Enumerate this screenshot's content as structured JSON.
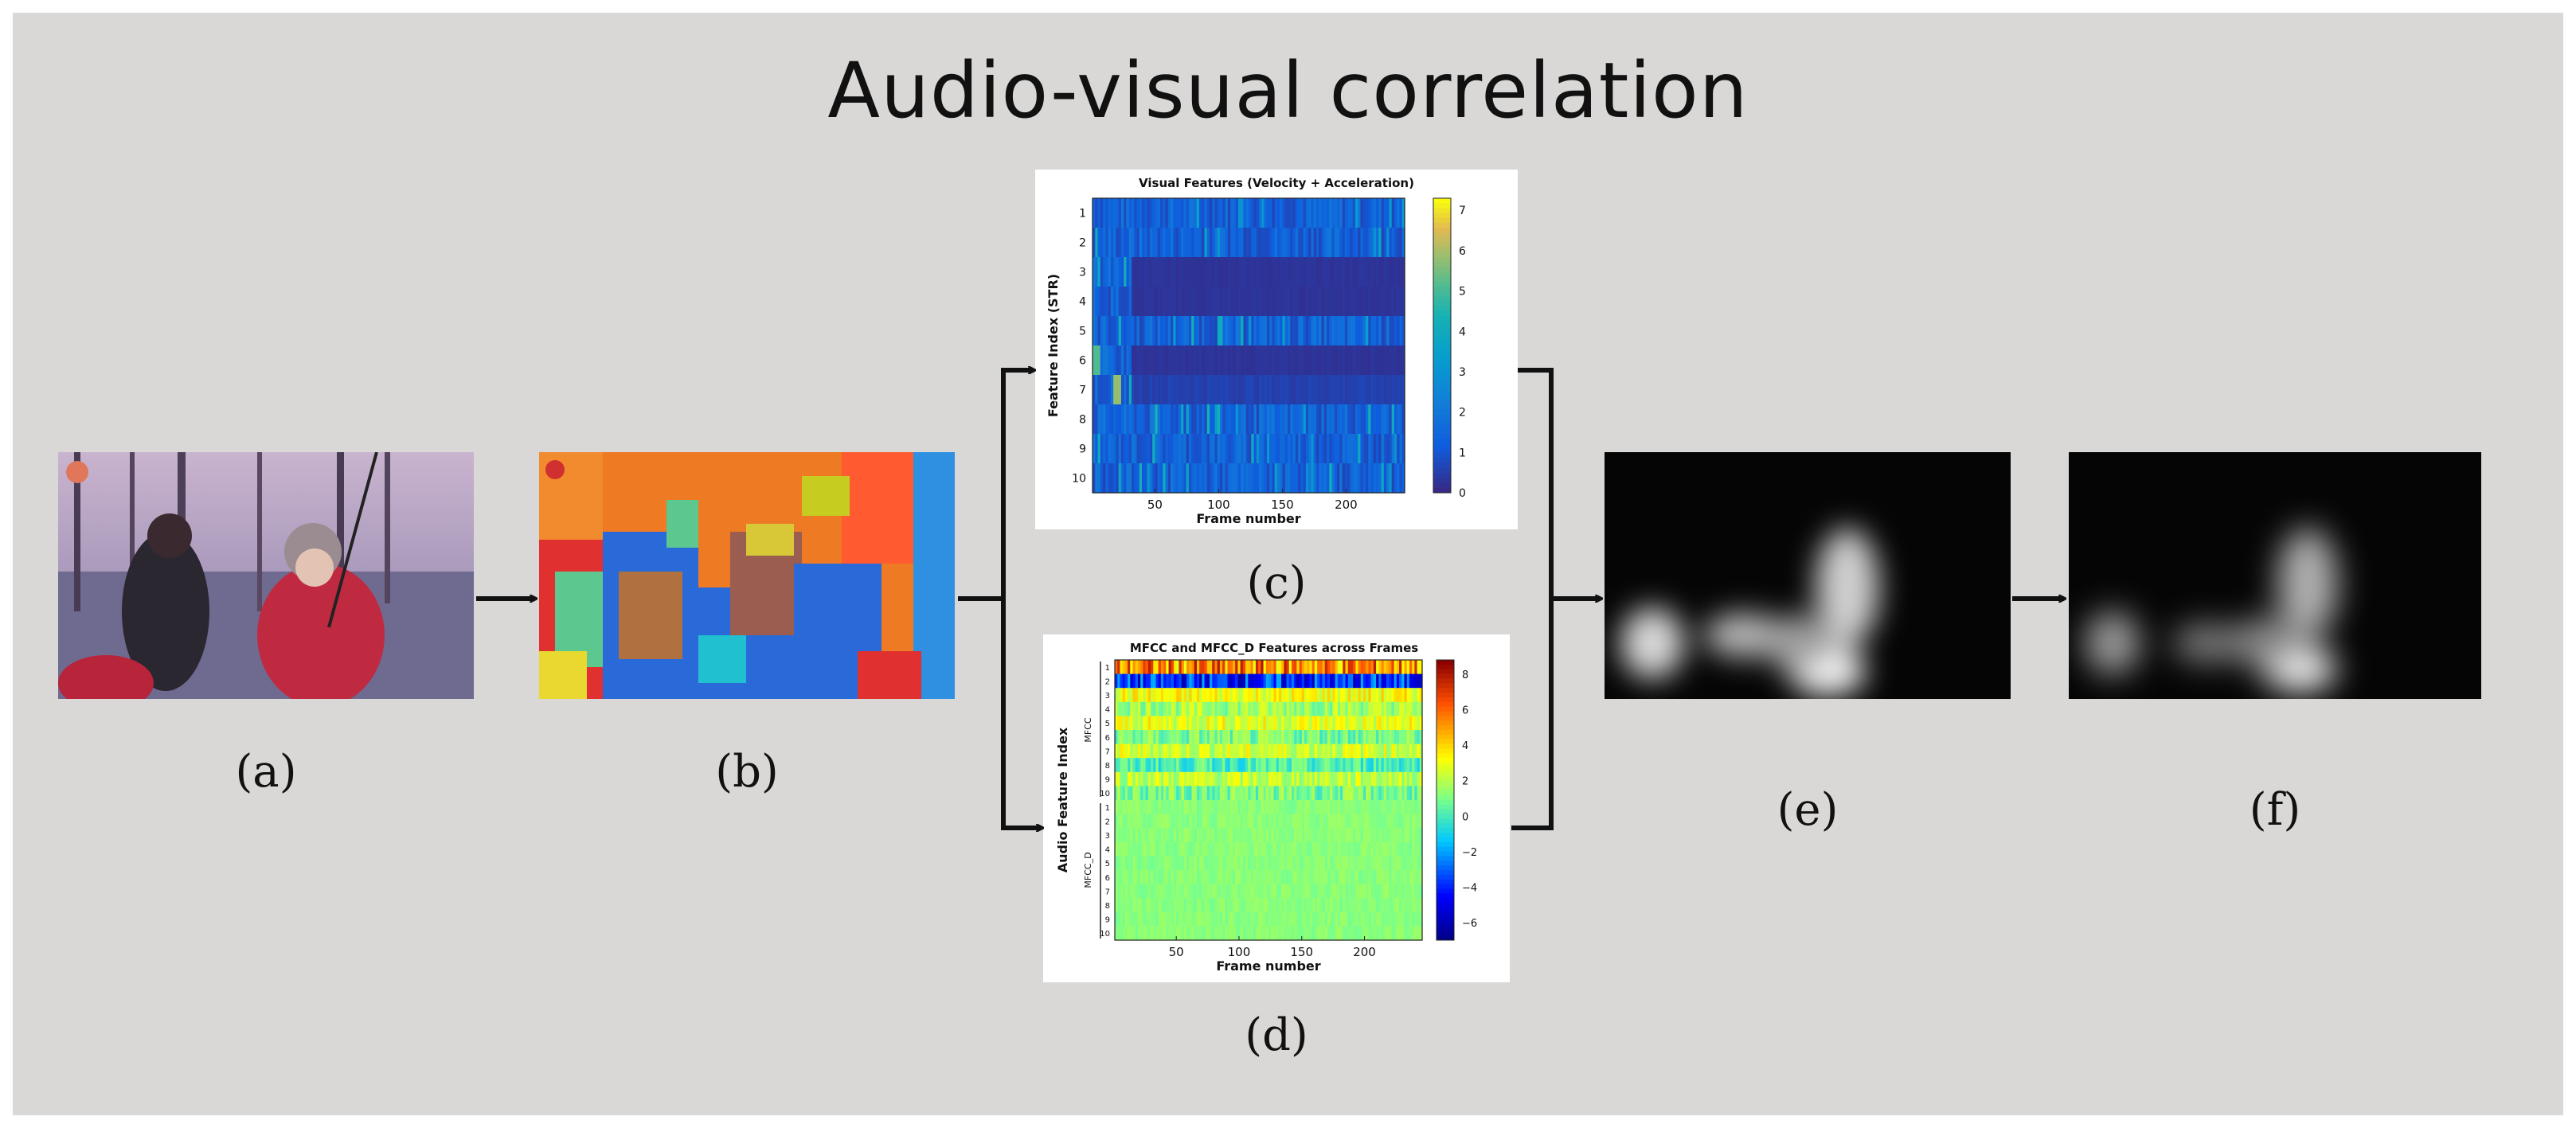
{
  "title": "Audio-visual correlation",
  "labels": {
    "a": "(a)",
    "b": "(b)",
    "c": "(c)",
    "d": "(d)",
    "e": "(e)",
    "f": "(f)"
  },
  "visual_plot": {
    "title": "Visual Features (Velocity + Acceleration)",
    "xlabel": "Frame number",
    "ylabel": "Feature Index (STR)",
    "x_ticks": [
      "50",
      "100",
      "150",
      "200"
    ],
    "y_ticks": [
      "1",
      "2",
      "3",
      "4",
      "5",
      "6",
      "7",
      "8",
      "9",
      "10"
    ],
    "colorbar_ticks": [
      "0",
      "1",
      "2",
      "3",
      "4",
      "5",
      "6",
      "7"
    ]
  },
  "audio_plot": {
    "title": "MFCC and MFCC_D Features across Frames",
    "xlabel": "Frame number",
    "ylabel": "Audio Feature Index",
    "group_labels": [
      "MFCC",
      "MFCC_D"
    ],
    "x_ticks": [
      "50",
      "100",
      "150",
      "200"
    ],
    "y_ticks": [
      "1",
      "2",
      "3",
      "4",
      "5",
      "6",
      "7",
      "8",
      "9",
      "10",
      "1",
      "2",
      "3",
      "4",
      "5",
      "6",
      "7",
      "8",
      "9",
      "10"
    ],
    "colorbar_ticks": [
      "8",
      "6",
      "4",
      "2",
      "0",
      "−2",
      "−4",
      "−6"
    ]
  },
  "colors": {
    "background": "#d9d8d6",
    "arrow": "#111111",
    "heatmap_low": "#3b3fa5",
    "heatmap_high": "#f4e51e"
  }
}
